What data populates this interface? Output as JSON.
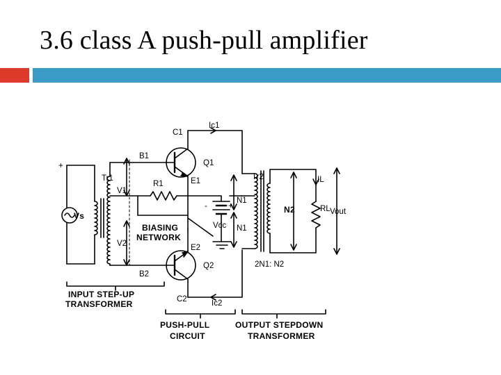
{
  "slide": {
    "title": "3.6  class A push-pull  amplifier"
  },
  "colors": {
    "accent_left": "#dd3a2c",
    "accent_right": "#3a9cc6"
  },
  "diagram": {
    "labels": {
      "ic1": "Ic1",
      "c1": "C1",
      "b1": "B1",
      "q1": "Q1",
      "e1": "E1",
      "r1": "R1",
      "tr1": "Tr1",
      "v1": "V1",
      "v2": "V2",
      "vs": "Vs",
      "biasing1": "BIASING",
      "biasing2": "NETWORK",
      "vcc": "Vcc",
      "e2": "E2",
      "b2": "B2",
      "q2": "Q2",
      "c2": "C2",
      "ic2": "Ic2",
      "tr2": "Tr2",
      "n1_top": "N1",
      "n1_bottom": "N1",
      "n2": "N2",
      "ratio": "2N1: N2",
      "il": "IL",
      "rl": "RL",
      "vout": "Vout",
      "input1": "INPUT STEP-UP",
      "input2": "TRANSFORMER",
      "pushpull1": "PUSH-PULL",
      "pushpull2": "CIRCUIT",
      "output1": "OUTPUT STEPDOWN",
      "output2": "TRANSFORMER",
      "plus_left": "+",
      "plus_right": "+",
      "minus_right": "-"
    }
  }
}
